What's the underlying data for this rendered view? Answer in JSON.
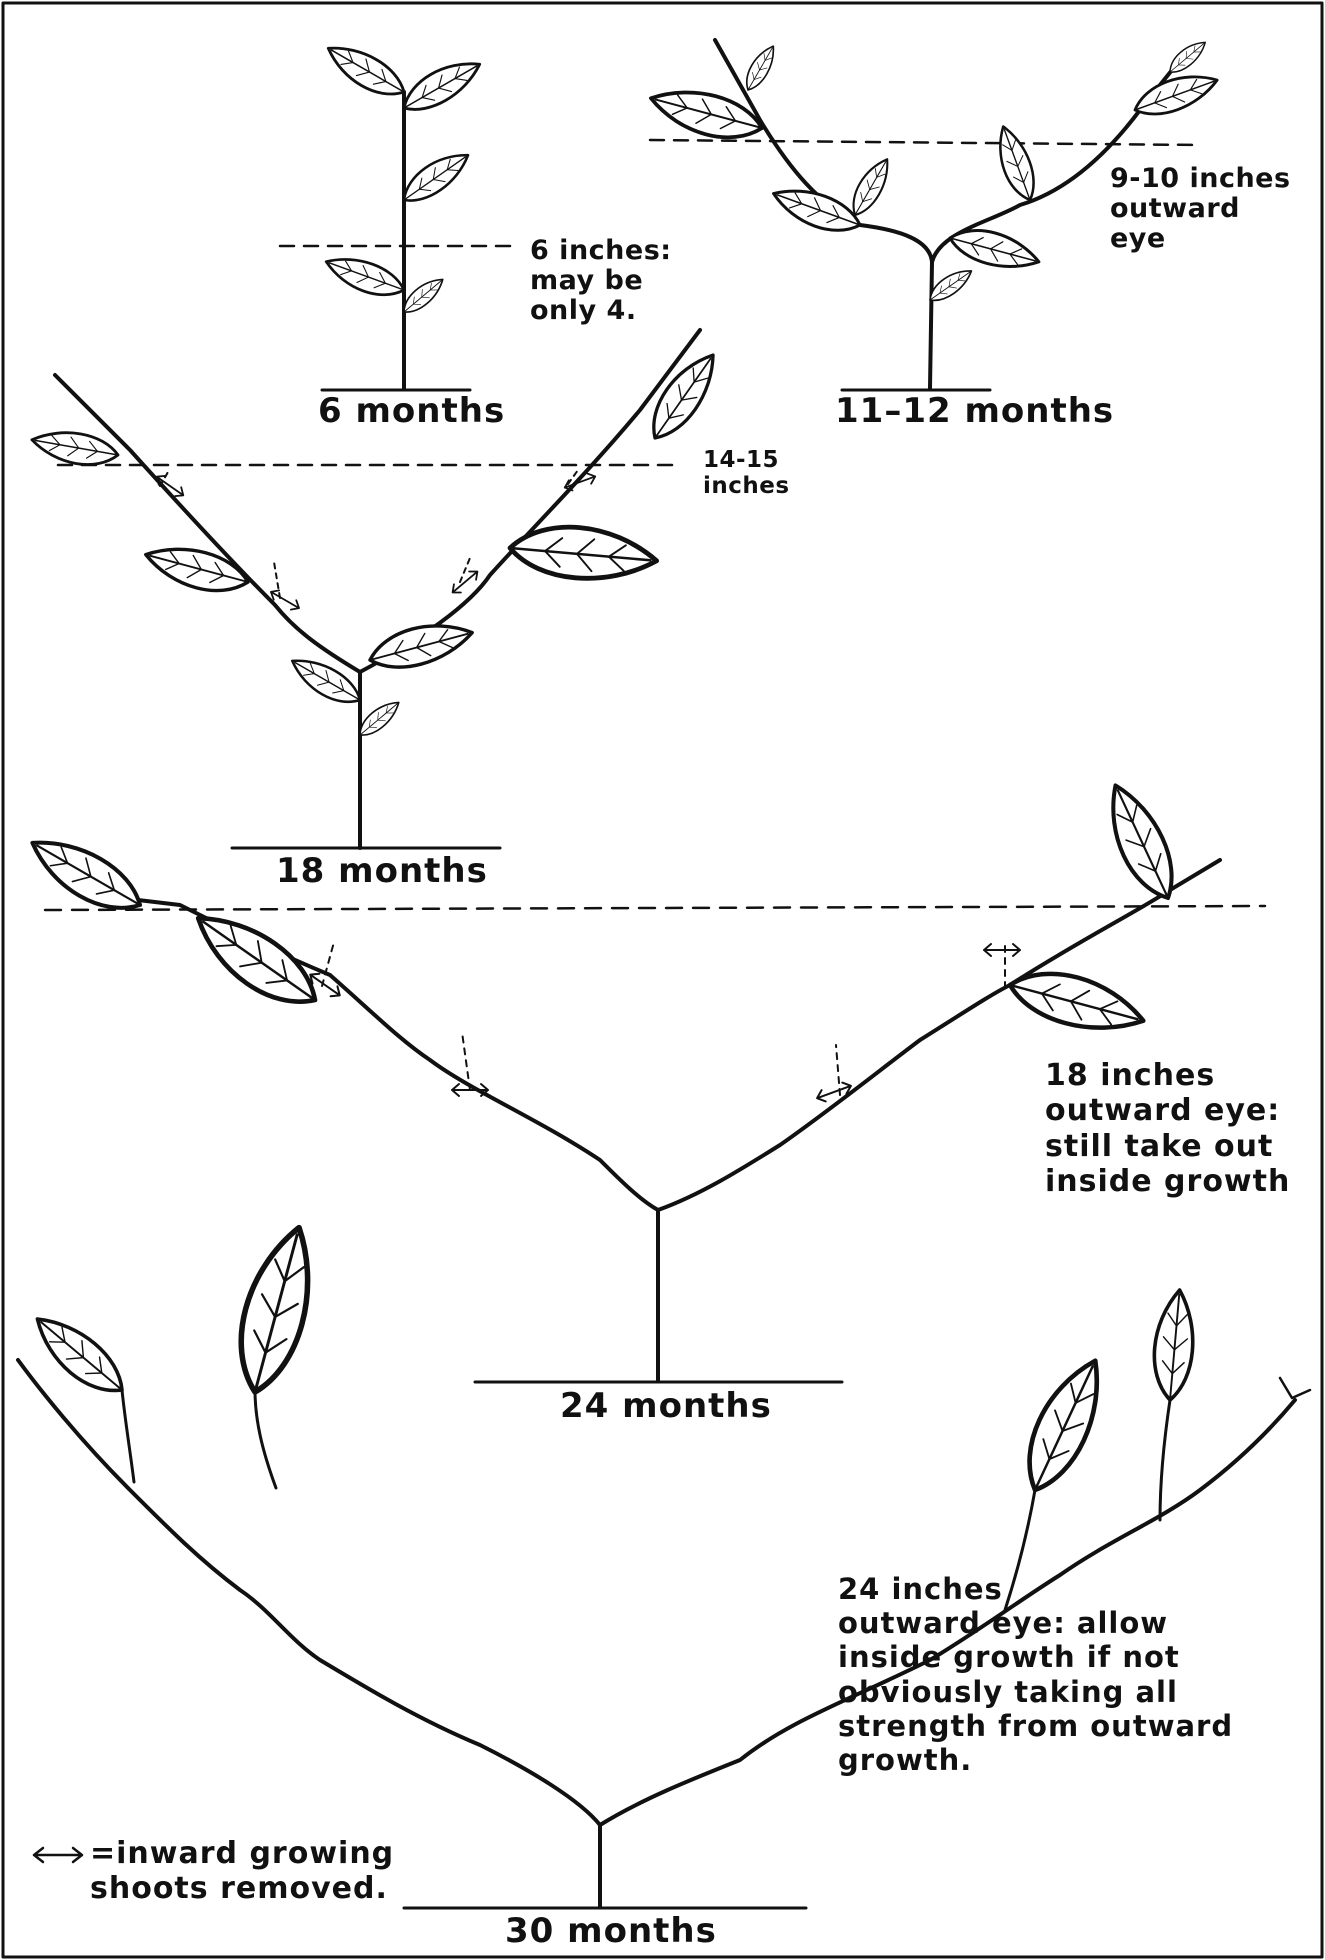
{
  "stages": {
    "m6": "6 months",
    "m11": "11–12 months",
    "m18": "18 months",
    "m24": "24 months",
    "m30": "30 months"
  },
  "notes": {
    "m6": "6 inches:\nmay be\nonly 4.",
    "m11": "9-10 inches\noutward\neye",
    "m18": "14-15\ninches",
    "m24": "18 inches\noutward eye:\nstill take out\ninside growth",
    "m30": "24 inches\noutward eye: allow\ninside growth if not\nobviously taking all\nstrength from outward\ngrowth."
  },
  "legend": {
    "symbol": "←→",
    "text": "=inward growing\nshoots removed."
  }
}
